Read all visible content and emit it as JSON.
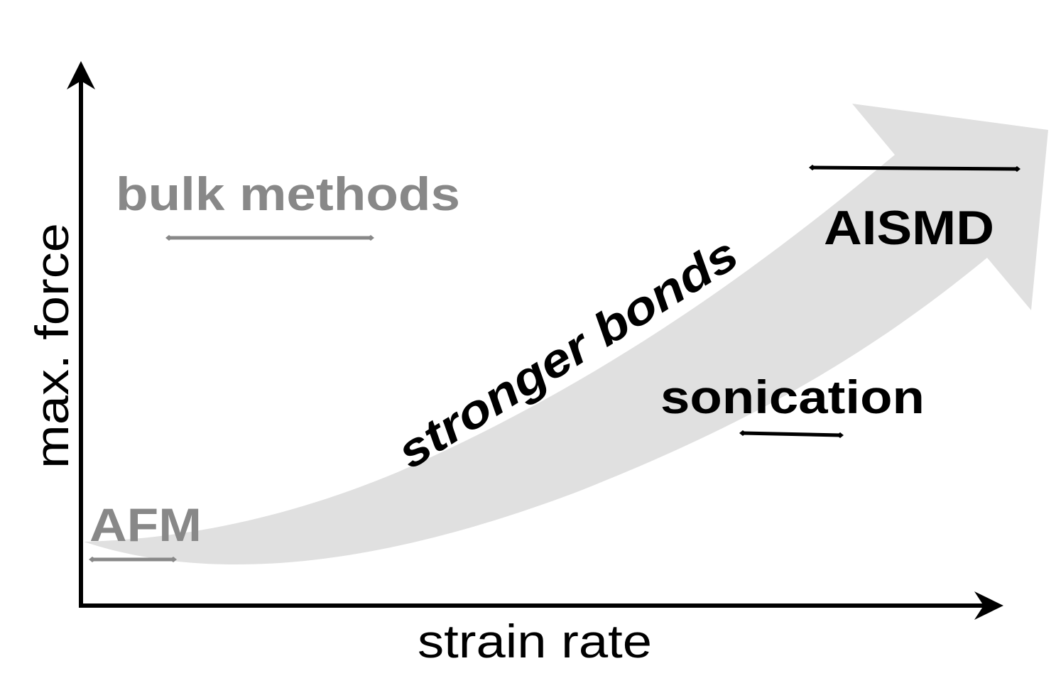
{
  "axes": {
    "x_label": "strain rate",
    "y_label": "max. force"
  },
  "trend": {
    "label": "stronger bonds"
  },
  "methods": [
    {
      "key": "afm",
      "label": "AFM",
      "color": "#888888"
    },
    {
      "key": "bulk",
      "label": "bulk methods",
      "color": "#888888"
    },
    {
      "key": "sonication",
      "label": "sonication",
      "color": "#000000"
    },
    {
      "key": "aismd",
      "label": "AISMD",
      "color": "#000000"
    }
  ],
  "colors": {
    "axis": "#000000",
    "trend_arrow": "#e0e0e0",
    "muted_method": "#888888",
    "strong_method": "#000000"
  }
}
